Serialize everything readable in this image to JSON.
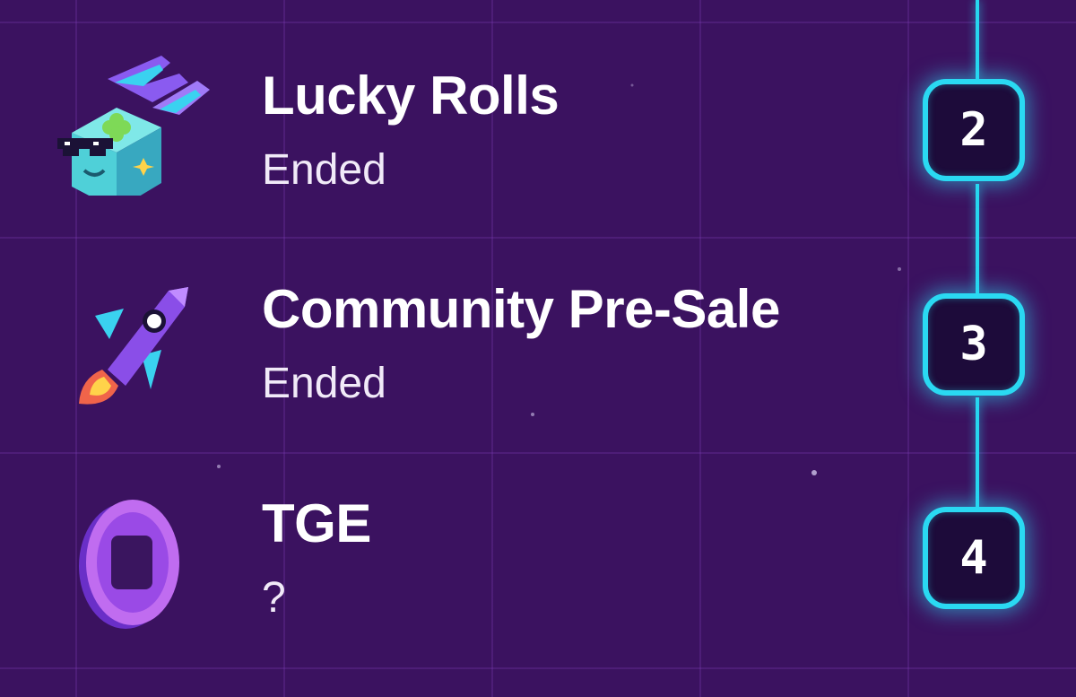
{
  "milestones": [
    {
      "title": "Lucky Rolls",
      "status": "Ended",
      "step": "2",
      "icon": "lucky-box-icon"
    },
    {
      "title": "Community Pre-Sale",
      "status": "Ended",
      "step": "3",
      "icon": "rocket-icon"
    },
    {
      "title": "TGE",
      "status": "?",
      "step": "4",
      "icon": "coin-icon"
    }
  ],
  "colors": {
    "background": "#3b1260",
    "accent_cyan": "#2ad9f2",
    "badge_fill": "#1d0b3a",
    "text": "#ffffff"
  }
}
